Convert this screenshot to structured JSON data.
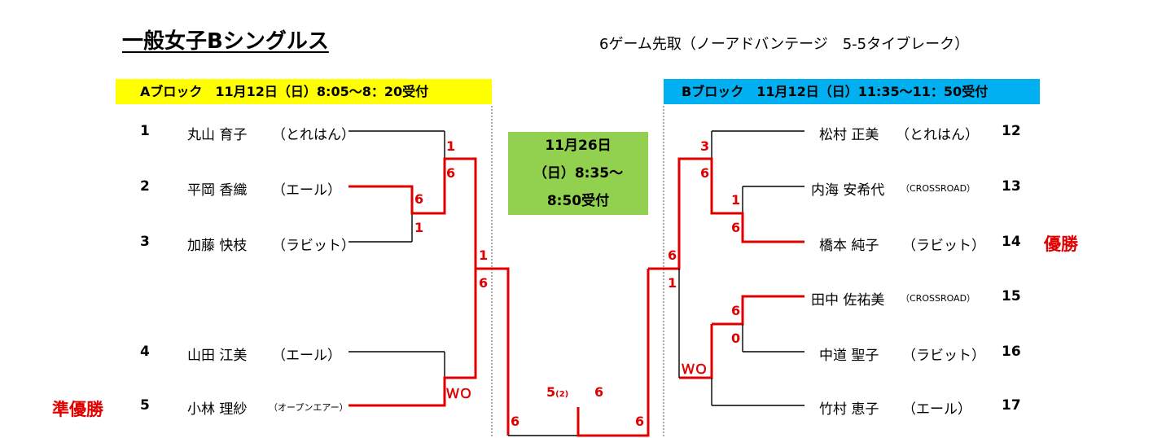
{
  "title": "一般女子Bシングルス",
  "rule": "6ゲーム先取（ノーアドバンテージ　5-5タイブレーク）",
  "block_a": "Aブロック　11月12日（日）8:05～8：20受付",
  "block_b": "Bブロック　11月12日（日）11:35～11：50受付",
  "final_box": {
    "line1": "11月26日",
    "line2": "（日）8:35～",
    "line3": "8:50受付"
  },
  "players": [
    {
      "num": "1",
      "name": "丸山 育子",
      "club": "（とれはん）"
    },
    {
      "num": "2",
      "name": "平岡 香織",
      "club": "（エール）"
    },
    {
      "num": "3",
      "name": "加藤 快枝",
      "club": "（ラビット）"
    },
    {
      "num": "4",
      "name": "山田 江美",
      "club": "（エール）"
    },
    {
      "num": "5",
      "name": "小林 理紗",
      "club": "（オープンエアー）"
    },
    {
      "num": "12",
      "name": "松村 正美",
      "club": "（とれはん）"
    },
    {
      "num": "13",
      "name": "内海 安希代",
      "club": "（CROSSROAD）"
    },
    {
      "num": "14",
      "name": "橋本 純子",
      "club": "（ラビット）"
    },
    {
      "num": "15",
      "name": "田中 佐祐美",
      "club": "（CROSSROAD）"
    },
    {
      "num": "16",
      "name": "中道 聖子",
      "club": "（ラビット）"
    },
    {
      "num": "17",
      "name": "竹村 恵子",
      "club": "（エール）"
    }
  ],
  "awards": {
    "winner": "優勝",
    "runner_up": "準優勝"
  },
  "scores": {
    "a_r1_p2": "6",
    "a_r1_p3": "1",
    "a_r2_p1": "1",
    "a_r2_p23": "6",
    "a_r2_wo": "ＷＯ",
    "a_sf_top": "1",
    "a_sf_bottom": "6",
    "b_r1_p13": "1",
    "b_r1_p14": "6",
    "b_r1_p15": "6",
    "b_r1_p16": "0",
    "b_r2_p12": "3",
    "b_r2_p1314": "6",
    "b_r2_wo": "ＷＯ",
    "b_sf_top": "6",
    "b_sf_bottom": "1",
    "final_a_side": "6",
    "final_b_side": "6",
    "final_left": "5",
    "final_left_tb": "(2)",
    "final_right": "6"
  }
}
